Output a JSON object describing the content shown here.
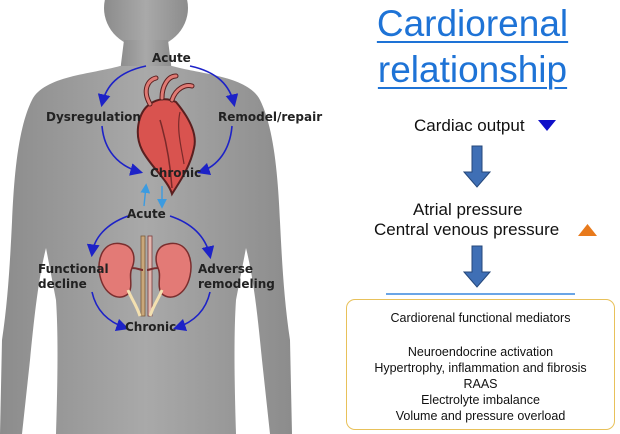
{
  "title": {
    "line1": "Cardiorenal",
    "line2": "relationship"
  },
  "flow": {
    "cardiac_output": "Cardiac output",
    "atrial_pressure": "Atrial pressure",
    "central_venous_pressure": "Central venous pressure",
    "down_color": "#1010c8",
    "up_color": "#e87a1c",
    "arrow_color": "#3f6fb5"
  },
  "heart_cycle": {
    "top": "Acute",
    "left": "Dysregulation",
    "right": "Remodel/repair",
    "bottom": "Chronic"
  },
  "kidney_cycle": {
    "top": "Acute",
    "left_line1": "Functional",
    "left_line2": "decline",
    "right_line1": "Adverse",
    "right_line2": "remodeling",
    "bottom": "Chronic"
  },
  "mediators": {
    "heading": "Cardiorenal functional mediators",
    "items": [
      "Neuroendocrine activation",
      "Hypertrophy, inflammation and fibrosis",
      "RAAS",
      "Electrolyte imbalance",
      "Volume and pressure overload"
    ]
  },
  "colors": {
    "cycle_arrow": "#1d22c7",
    "link_arrow": "#3c9be0",
    "silhouette": "#9b9b9b",
    "box_border": "#e8c15a"
  }
}
